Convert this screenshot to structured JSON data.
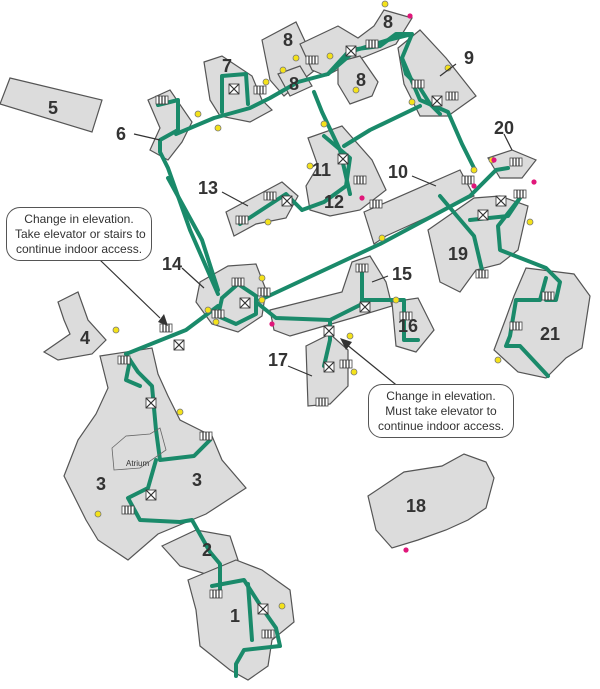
{
  "buildings": {
    "b1": "1",
    "b2": "2",
    "b3a": "3",
    "b3b": "3",
    "b4": "4",
    "b5": "5",
    "b6": "6",
    "b7": "7",
    "b8a": "8",
    "b8b": "8",
    "b8c": "8",
    "b8d": "8",
    "b9": "9",
    "b10": "10",
    "b11": "11",
    "b12": "12",
    "b13": "13",
    "b14": "14",
    "b15": "15",
    "b16": "16",
    "b17": "17",
    "b18": "18",
    "b19": "19",
    "b20": "20",
    "b21": "21"
  },
  "atrium_label": "Atrium",
  "callouts": {
    "elevator_or_stairs": [
      "Change in elevation.",
      "Take elevator or stairs to",
      "continue indoor access."
    ],
    "elevator_only": [
      "Change in elevation.",
      "Must take elevator to",
      "continue indoor access."
    ]
  },
  "colors": {
    "route": "#1a8a6a",
    "building_fill": "#dcdcdc",
    "building_outline": "#555555",
    "entrance_dot": "#f4e21a",
    "accessible_entrance_dot": "#e0177a"
  },
  "icons": [
    "elevator-icon",
    "stairs-icon",
    "entrance-dot-icon",
    "accessible-entrance-dot-icon"
  ]
}
